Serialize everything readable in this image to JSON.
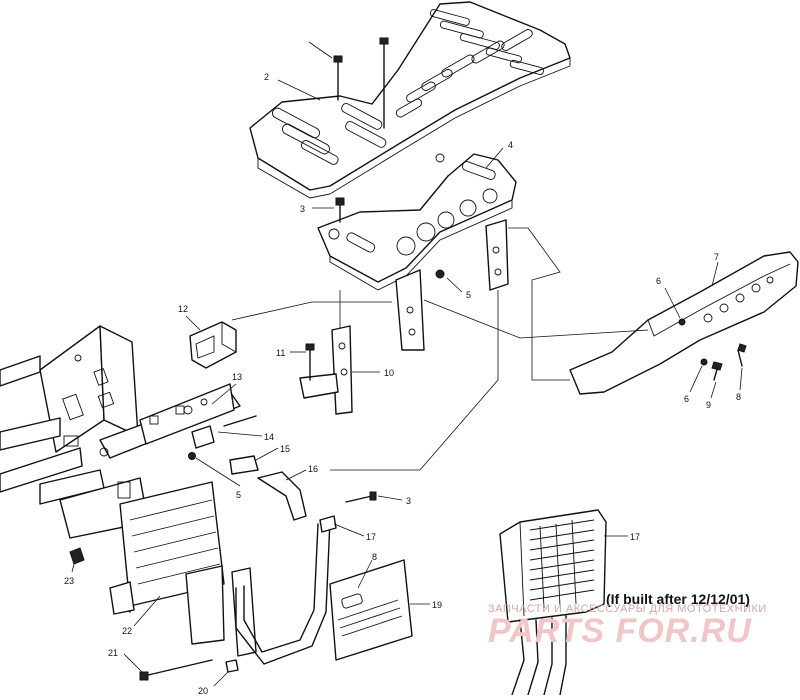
{
  "callouts": {
    "c2": "2",
    "c3a": "3",
    "c4": "4",
    "c5a": "5",
    "c6a": "6",
    "c6b": "6",
    "c7": "7",
    "c8a": "8",
    "c9": "9",
    "c10": "10",
    "c11": "11",
    "c12": "12",
    "c13": "13",
    "c14": "14",
    "c15": "15",
    "c16": "16",
    "c3b": "3",
    "c5b": "5",
    "c17a": "17",
    "c18": "8",
    "c19": "19",
    "c17b": "17",
    "c20": "20",
    "c21": "21",
    "c22": "22",
    "c23": "23"
  },
  "note": "(If built after 12/12/01)",
  "watermark": {
    "tagline": "ЗАПЧАСТИ И АКСЕССУАРЫ ДЛЯ МОТОТЕХНИКИ",
    "site": "PARTS FOR.RU"
  }
}
